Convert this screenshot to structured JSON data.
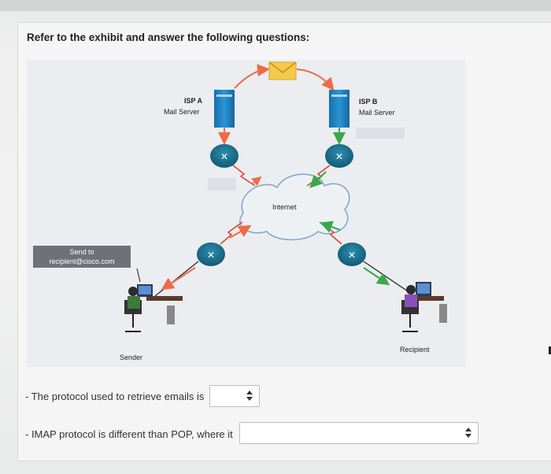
{
  "question": {
    "title": "Refer to the exhibit and answer the following questions:"
  },
  "exhibit": {
    "isp_a": {
      "name": "ISP A",
      "role": "Mail Server"
    },
    "isp_b": {
      "name": "ISP B",
      "role": "Mail Server"
    },
    "internet_label": "Internet",
    "send_to": {
      "line1": "Send to",
      "line2": "recipient@cisco.com"
    },
    "sender_label": "Sender",
    "recipient_label": "Recipient",
    "colors": {
      "arrow": "#ee6b47",
      "green_arrow": "#3aa84b",
      "router": "#1f6d8c",
      "server": "#1c84c4",
      "envelope": "#f5c94a"
    },
    "icons": [
      "envelope-icon",
      "mail-server-icon",
      "router-icon",
      "cloud-icon",
      "workstation-icon"
    ]
  },
  "questions": [
    {
      "text": "- The protocol used to retrieve emails is",
      "selected": ""
    },
    {
      "text": "- IMAP protocol is different than POP, where it",
      "selected": ""
    }
  ]
}
